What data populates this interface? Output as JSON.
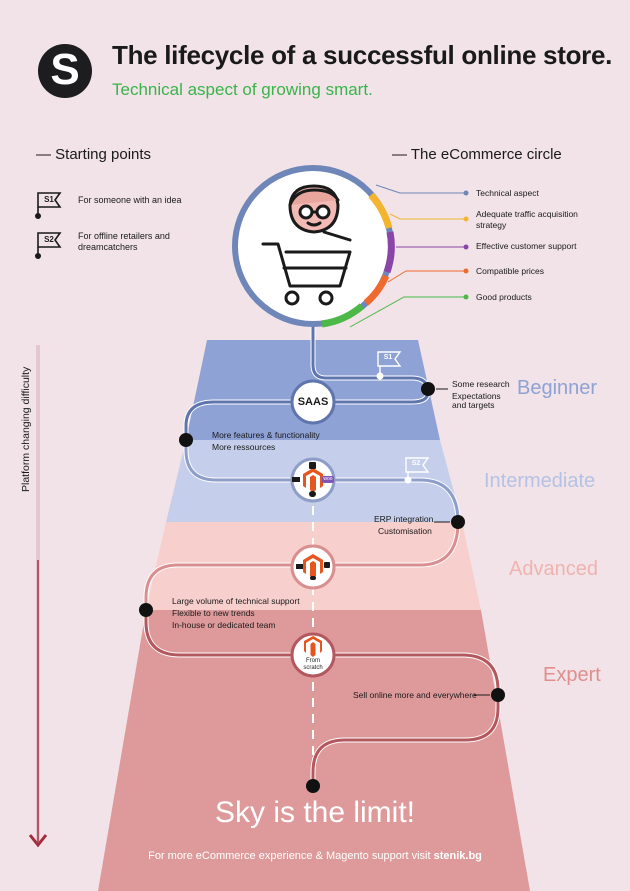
{
  "header": {
    "logo_letter": "S",
    "title": "The lifecycle of a successful online store.",
    "subtitle": "Technical aspect of growing smart."
  },
  "starting_points": {
    "heading": "— Starting points",
    "items": [
      {
        "badge": "S1",
        "label": "For someone with an idea"
      },
      {
        "badge": "S2",
        "label": "For offline retailers and dreamcatchers"
      }
    ]
  },
  "ecommerce_circle": {
    "heading": "— The eCommerce circle",
    "items": [
      {
        "label": "Technical aspect",
        "color": "#6e86b8"
      },
      {
        "label": "Adequate traffic acquisition strategy",
        "color": "#f3b530"
      },
      {
        "label": "Effective customer support",
        "color": "#8a45a8"
      },
      {
        "label": "Compatible prices",
        "color": "#ef6a2e"
      },
      {
        "label": "Good products",
        "color": "#4cb848"
      }
    ]
  },
  "axis_label": "Platform changing difficulty",
  "levels": [
    {
      "name": "Beginner",
      "color": "#8fa2d6"
    },
    {
      "name": "Intermediate",
      "color": "#b5c2e5"
    },
    {
      "name": "Advanced",
      "color": "#efb3b0"
    },
    {
      "name": "Expert",
      "color": "#e08e8e"
    }
  ],
  "path_notes": {
    "beginner": [
      "Some research",
      "Expectations",
      "and targets"
    ],
    "features": [
      "More features & functionality",
      "More ressources"
    ],
    "intermediate": [
      "ERP integration",
      "Customisation"
    ],
    "advanced": [
      "Large volume of technical support",
      "Flexible to new trends",
      "In-house or dedicated team"
    ],
    "expert": [
      "Sell online more and everywhere"
    ]
  },
  "nodes": {
    "saas": "SAAS",
    "woo": "woo",
    "from_scratch": "From scratch"
  },
  "badges": {
    "s1": "S1",
    "s2": "S2"
  },
  "footer": {
    "headline": "Sky is the limit!",
    "cta_prefix": "For more eCommerce experience & Magento support visit ",
    "cta_link": "stenik.bg"
  }
}
